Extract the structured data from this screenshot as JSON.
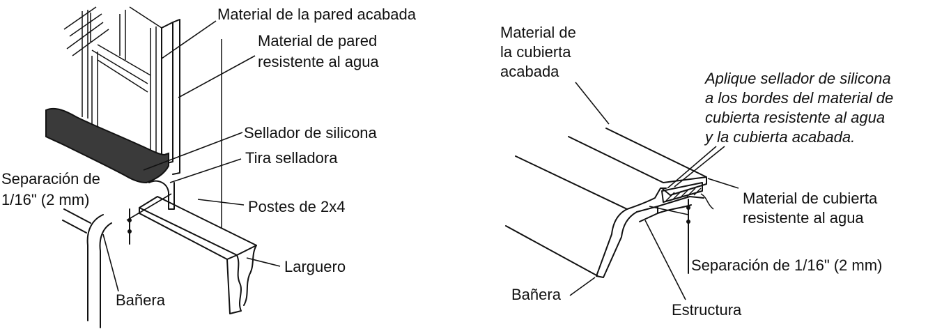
{
  "left_figure": {
    "finished_wall": "Material de la pared acabada",
    "water_resistant_wall_1": "Material de pared",
    "water_resistant_wall_2": "resistente al agua",
    "silicone_sealant": "Sellador de silicona",
    "sealing_strip": "Tira selladora",
    "gap_1": "Separación de",
    "gap_2": "1/16\" (2 mm)",
    "studs": "Postes de 2x4",
    "ledger": "Larguero",
    "bathtub": "Bañera"
  },
  "right_figure": {
    "finished_deck_1": "Material de",
    "finished_deck_2": "la cubierta",
    "finished_deck_3": "acabada",
    "note_1": "Aplique sellador de silicona",
    "note_2": "a los bordes del material de",
    "note_3": "cubierta resistente al agua",
    "note_4": "y la cubierta acabada.",
    "water_resistant_deck_1": "Material de cubierta",
    "water_resistant_deck_2": "resistente al agua",
    "gap": "Separación de 1/16\" (2 mm)",
    "bathtub": "Bañera",
    "structure": "Estructura"
  }
}
